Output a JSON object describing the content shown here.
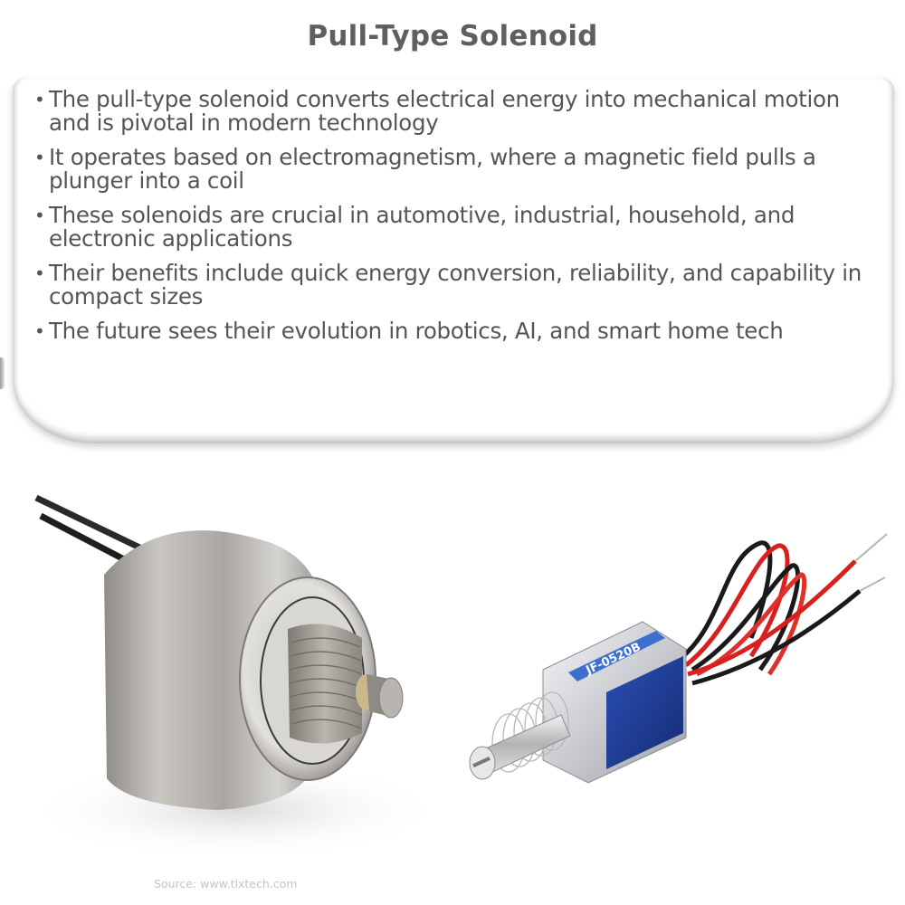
{
  "title": "Pull-Type Solenoid",
  "bullets": [
    "The pull-type solenoid converts electrical energy into mechanical motion and is pivotal in modern technology",
    "It operates based on electromagnetism, where a magnetic field pulls a plunger into a coil",
    "These solenoids are crucial in automotive, industrial, household, and electronic applications",
    "Their benefits include quick energy conversion, reliability, and capability in compact sizes",
    "The future sees their evolution in robotics, AI, and smart home tech"
  ],
  "bullet_glyph": "•",
  "images": [
    {
      "subject": "cylindrical-pull-solenoid",
      "source": "Source: www.tlxtech.com",
      "colors": {
        "body": "#b9b6b1",
        "highlight": "#eeeeec",
        "wire": "#1e1e1e"
      }
    },
    {
      "subject": "frame-pull-solenoid-with-spring",
      "label": "JF-0520B",
      "source": "",
      "colors": {
        "frame": "#d8dade",
        "label": "#3d6fd0",
        "coil": "#1f3f9a",
        "wire_red": "#d8201e",
        "wire_black": "#1a1a1a"
      }
    }
  ],
  "colors": {
    "text": "#555555",
    "title": "#5f5f5f",
    "source": "#c4c4c4",
    "background": "#ffffff"
  }
}
